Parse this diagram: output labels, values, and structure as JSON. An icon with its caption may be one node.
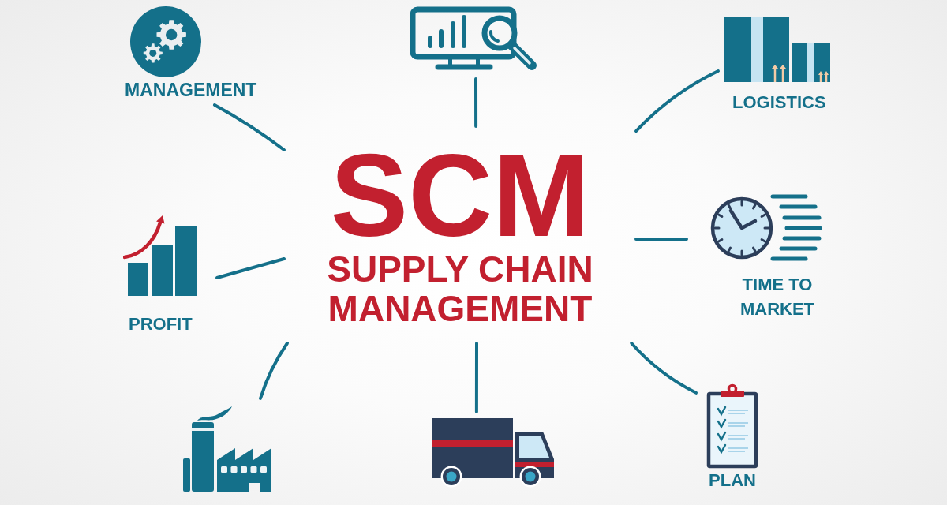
{
  "diagram": {
    "nodes": [
      {
        "text": [
          "MANAGEMENT"
        ]
      },
      {
        "text": [],
        "shape": "picture"
      },
      {
        "text": [
          "LOGISTICS"
        ]
      },
      {
        "text": [
          "SCM",
          "SUPPLY CHAIN MANAGEMENT"
        ]
      },
      {
        "text": [
          "PROFIT"
        ]
      },
      {
        "text": [
          "TIME TO MARKET"
        ]
      },
      {
        "text": [],
        "shape": "picture"
      },
      {
        "text": [],
        "shape": "picture"
      },
      {
        "text": [
          "PLAN"
        ]
      }
    ],
    "edges": [
      {
        "from": 3,
        "to": 0,
        "arrow": "none"
      },
      {
        "from": 3,
        "to": 1,
        "arrow": "none"
      },
      {
        "from": 3,
        "to": 2,
        "arrow": "none"
      },
      {
        "from": 3,
        "to": 5,
        "arrow": "none"
      },
      {
        "from": 3,
        "to": 8,
        "arrow": "none"
      },
      {
        "from": 3,
        "to": 7,
        "arrow": "none"
      },
      {
        "from": 3,
        "to": 6,
        "arrow": "none"
      },
      {
        "from": 3,
        "to": 4,
        "arrow": "none"
      }
    ]
  }
}
